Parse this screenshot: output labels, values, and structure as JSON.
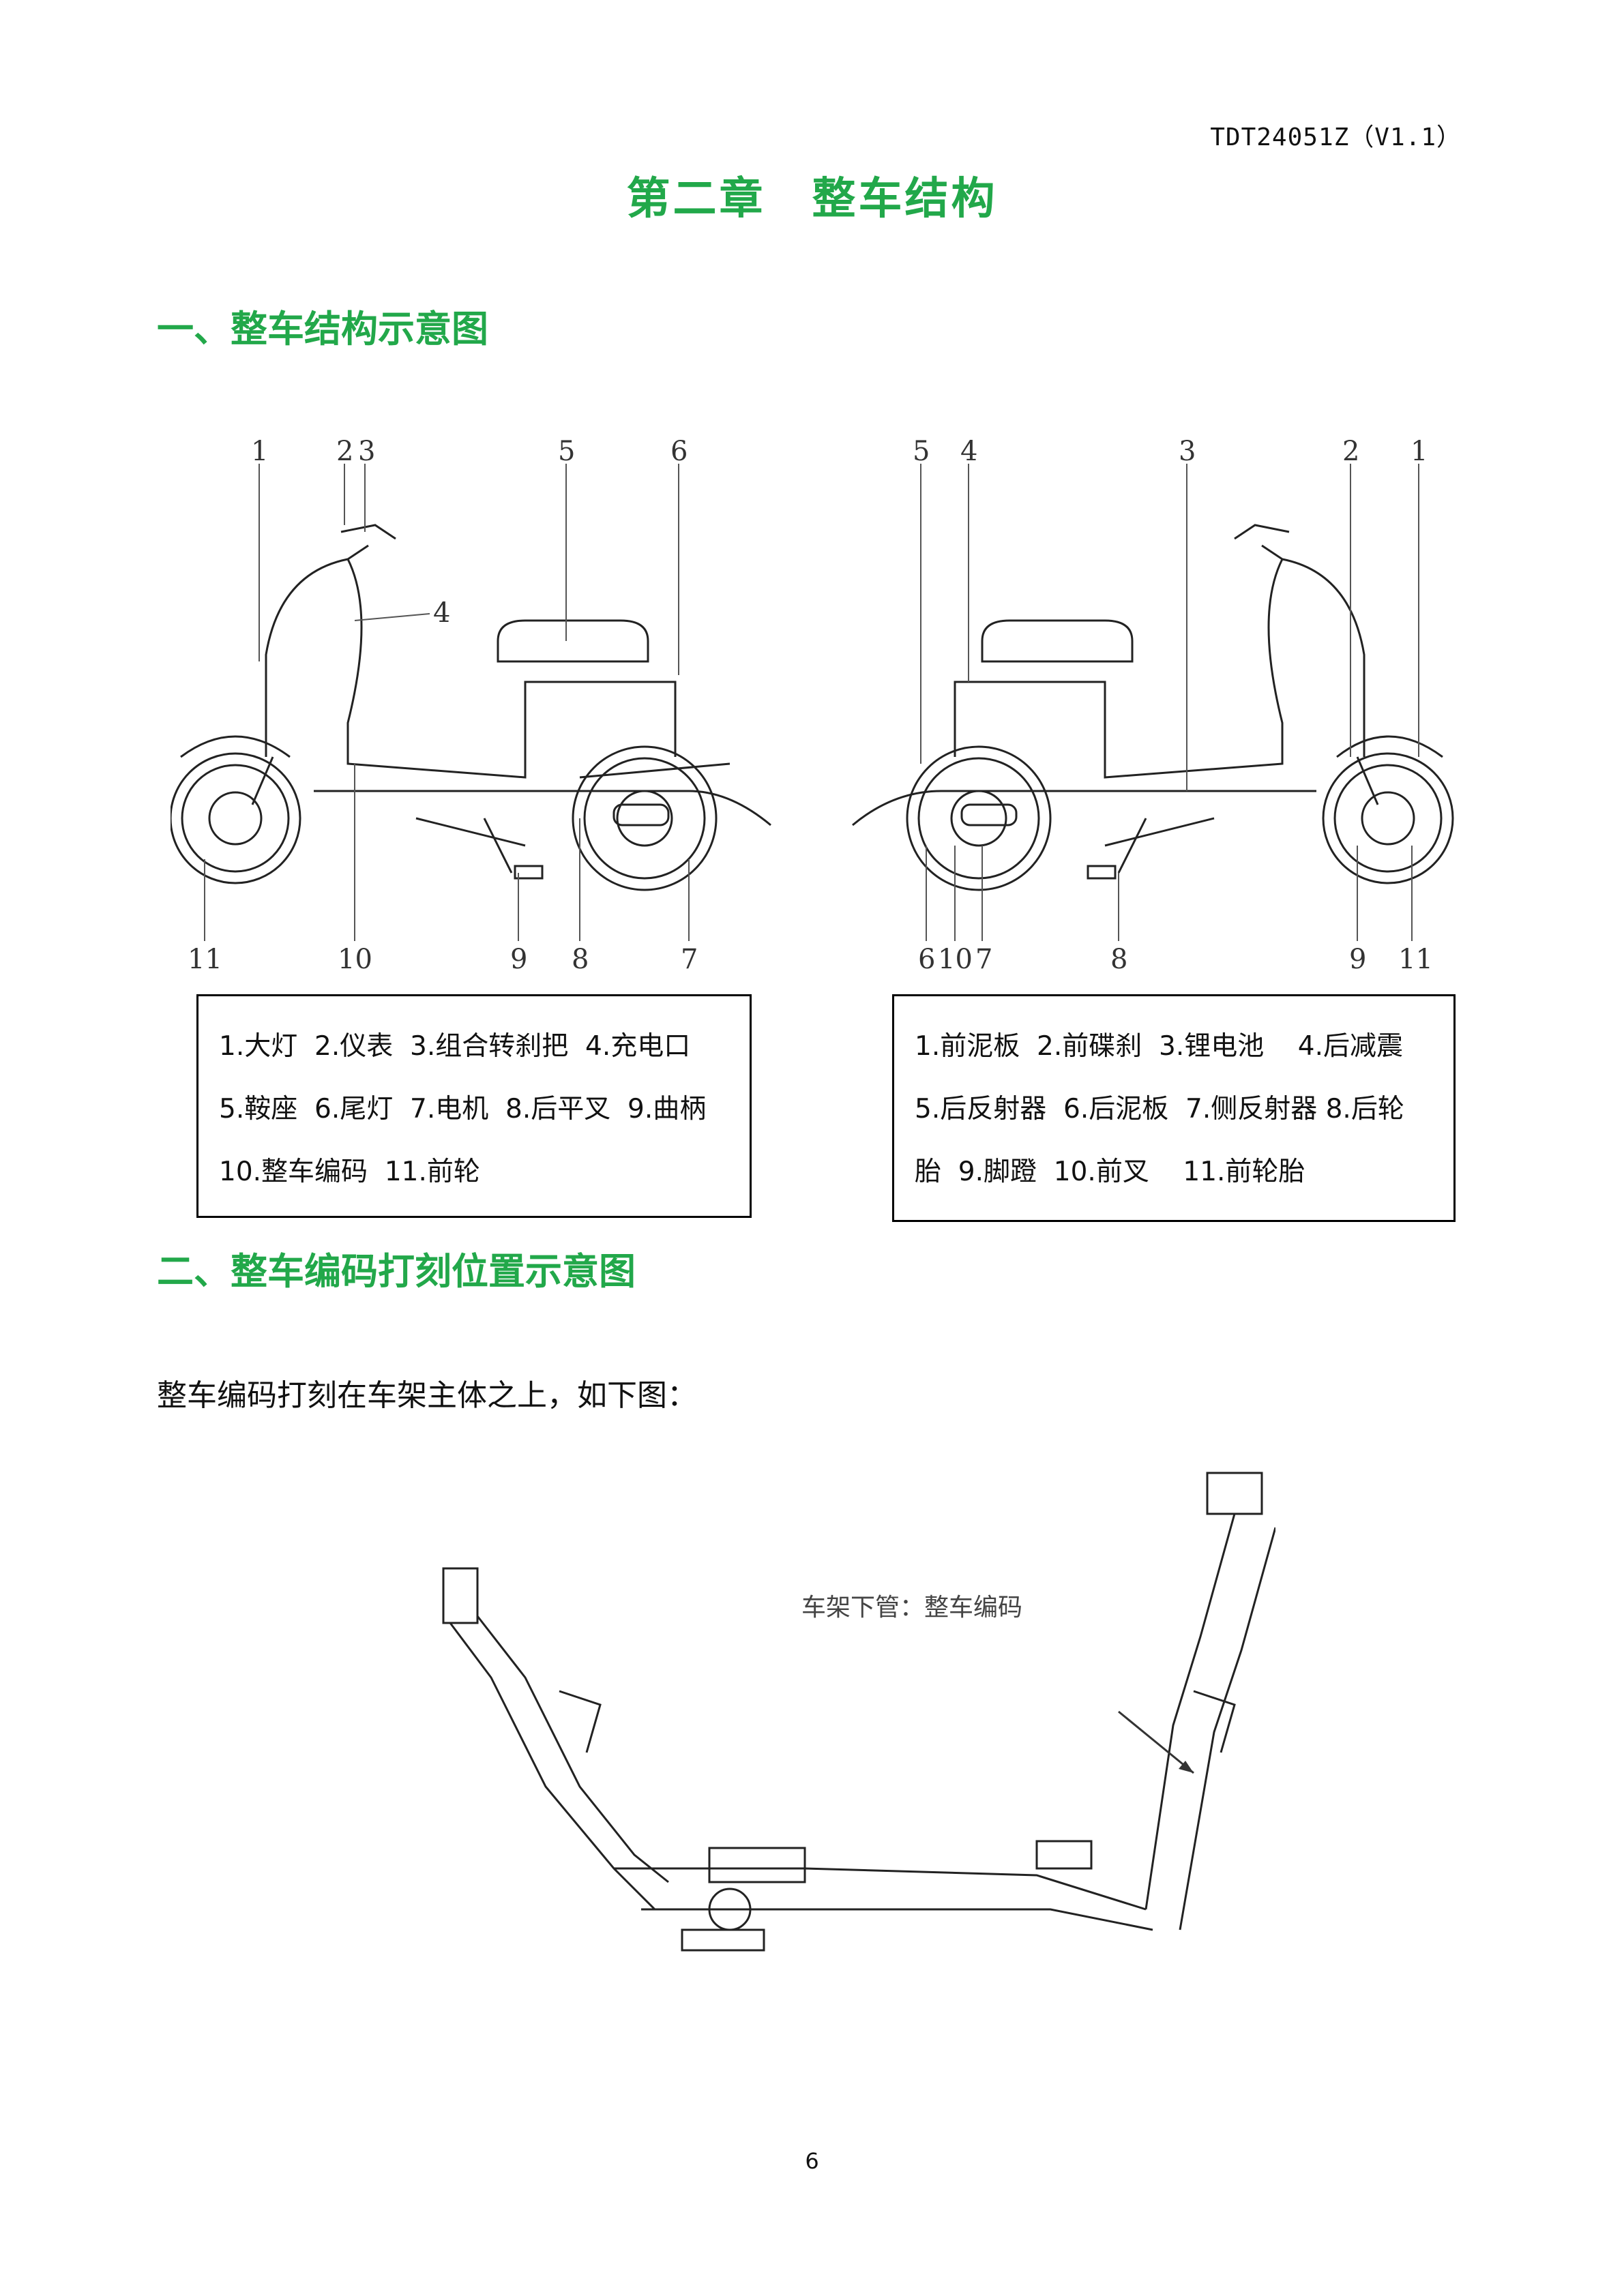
{
  "header": {
    "doc_code": "TDT24051Z（V1.1）"
  },
  "chapter_title": "第二章　整车结构",
  "section1": {
    "title": "一、整车结构示意图",
    "left_diagram": {
      "top_numbers": [
        "1",
        "2",
        "3",
        "5",
        "6"
      ],
      "side_number": "4",
      "bottom_numbers": [
        "11",
        "10",
        "9",
        "8",
        "7"
      ]
    },
    "right_diagram": {
      "top_numbers": [
        "5",
        "4",
        "3",
        "2",
        "1"
      ],
      "bottom_numbers": [
        "6",
        "10",
        "7",
        "8",
        "9",
        "11"
      ]
    },
    "legend_left": [
      "1.大灯  2.仪表  3.组合转刹把  4.充电口",
      "5.鞍座  6.尾灯  7.电机  8.后平叉  9.曲柄",
      "10.整车编码  11.前轮"
    ],
    "legend_right": [
      "1.前泥板  2.前碟刹  3.锂电池    4.后减震",
      "5.后反射器  6.后泥板  7.侧反射器 8.后轮",
      "胎  9.脚蹬  10.前叉    11.前轮胎"
    ]
  },
  "section2": {
    "title": "二、整车编码打刻位置示意图",
    "intro": "整车编码打刻在车架主体之上，如下图：",
    "frame_callout": "车架下管：整车编码"
  },
  "footer": {
    "page_number": "6"
  },
  "colors": {
    "heading_green": "#22a84a",
    "text": "#111111"
  }
}
